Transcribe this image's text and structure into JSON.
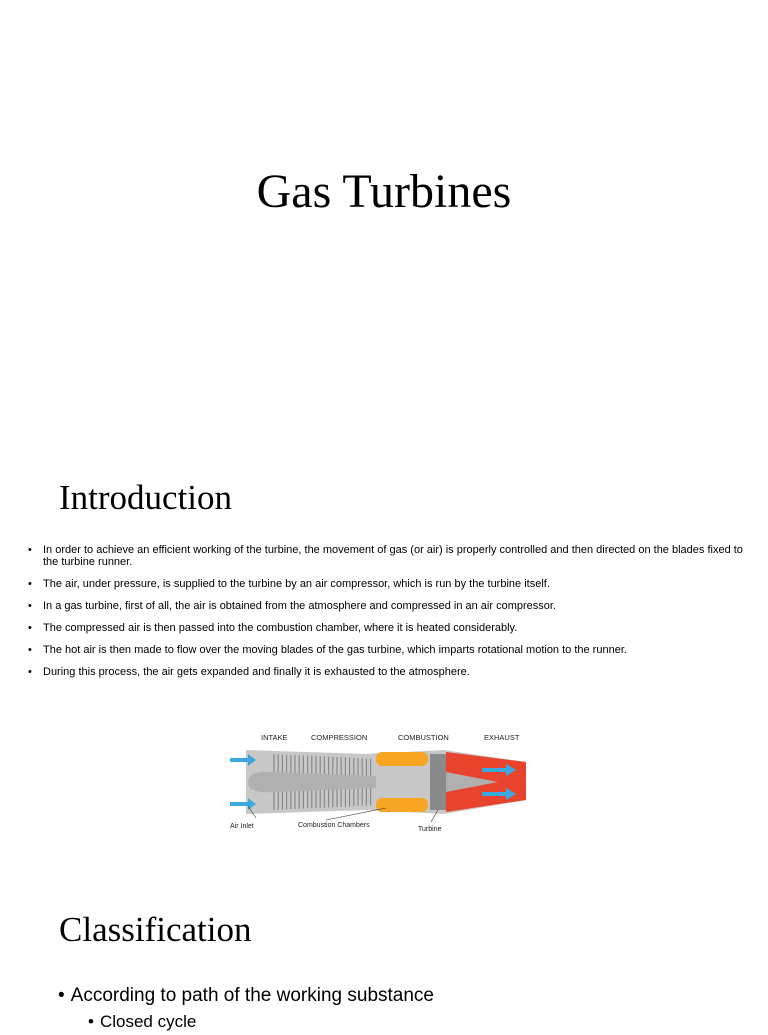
{
  "title": "Gas Turbines",
  "intro": {
    "heading": "Introduction",
    "bullet_glyph": "•",
    "bullets": [
      "In order to achieve an efficient working of the turbine, the movement of gas (or air) is properly controlled and then directed on the blades fixed to the turbine runner.",
      "The air, under pressure, is supplied to the turbine by an air compressor, which is run by the turbine itself.",
      "In a gas turbine, first of all, the air is obtained from the atmosphere and compressed in an air compressor.",
      "The compressed air is then passed into the combustion chamber, where it is heated considerably.",
      "The hot air is then made to flow over the moving blades of the gas turbine, which imparts rotational motion to the runner.",
      "During this process, the air gets expanded and finally it is exhausted to the atmosphere."
    ]
  },
  "diagram": {
    "labels": {
      "intake": "INTAKE",
      "compression": "COMPRESSION",
      "combustion": "COMBUSTION",
      "exhaust": "EXHAUST",
      "air_inlet": "Air Inlet",
      "combustion_chambers": "Combustion Chambers",
      "turbine": "Turbine"
    },
    "colors": {
      "casing": "#c8c8c8",
      "blades": "#8a8a8a",
      "airflow": "#39a9e0",
      "flame": "#f6a623",
      "exhaust": "#e8432c",
      "label": "#222222"
    }
  },
  "classification": {
    "heading": "Classification",
    "items": [
      {
        "text": "According to path of the working substance",
        "level": 1
      },
      {
        "text": "Closed cycle",
        "level": 2
      }
    ]
  }
}
